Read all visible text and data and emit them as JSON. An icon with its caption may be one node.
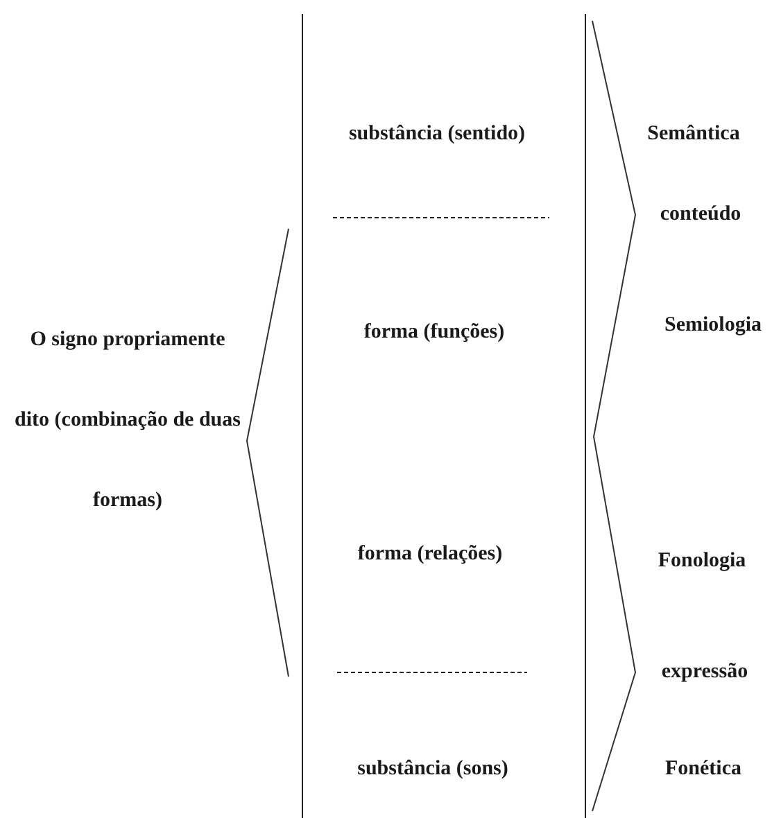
{
  "diagram": {
    "labels": [
      "substância (sentido)",
      "Semântica",
      "conteúdo",
      "O signo propriamente dito (combinação de duas formas)",
      "forma (funções)",
      "Semiologia",
      "forma (relações)",
      "Fonologia",
      "expressão",
      "substância (sons)",
      "Fonética"
    ]
  }
}
